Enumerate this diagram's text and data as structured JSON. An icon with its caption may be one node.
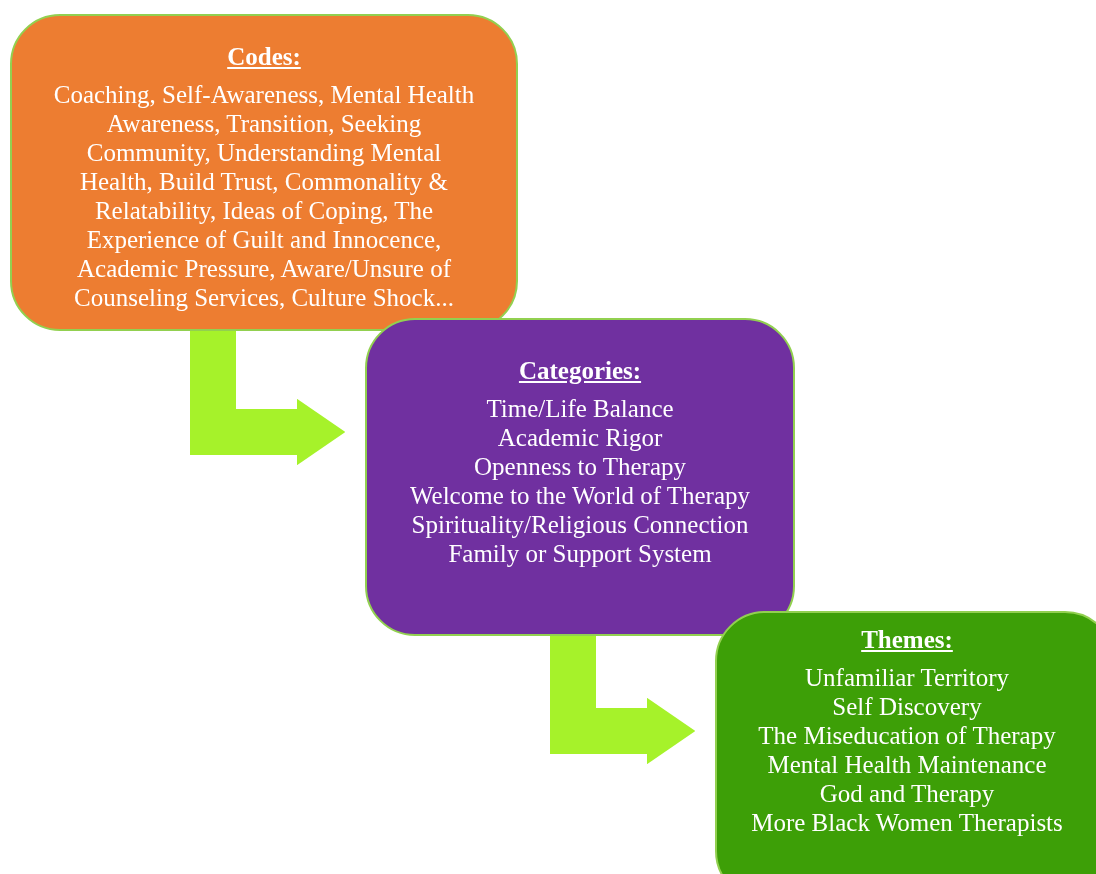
{
  "diagram": {
    "nodes": [
      {
        "text": [
          "Codes:",
          "Coaching, Self-Awareness, Mental Health Awareness, Transition, Seeking Community, Understanding Mental Health, Build Trust, Commonality & Relatability, Ideas of Coping, The Experience of Guilt and Innocence, Academic Pressure, Aware/Unsure of Counseling Services, Culture Shock..."
        ]
      },
      {
        "text": [
          "Categories:",
          "Time/Life Balance",
          "Academic Rigor",
          "Openness to Therapy",
          "Welcome to the World of Therapy",
          "Spirituality/Religious Connection",
          "Family or Support System"
        ]
      },
      {
        "text": [
          "Themes:",
          "Unfamiliar Territory",
          "Self Discovery",
          "The Miseducation of Therapy",
          "Mental Health Maintenance",
          "God and Therapy",
          "More Black Women Therapists"
        ]
      }
    ],
    "edges": [
      {
        "from": 0,
        "to": 1,
        "arrow": "to"
      },
      {
        "from": 1,
        "to": 2,
        "arrow": "to"
      }
    ]
  }
}
